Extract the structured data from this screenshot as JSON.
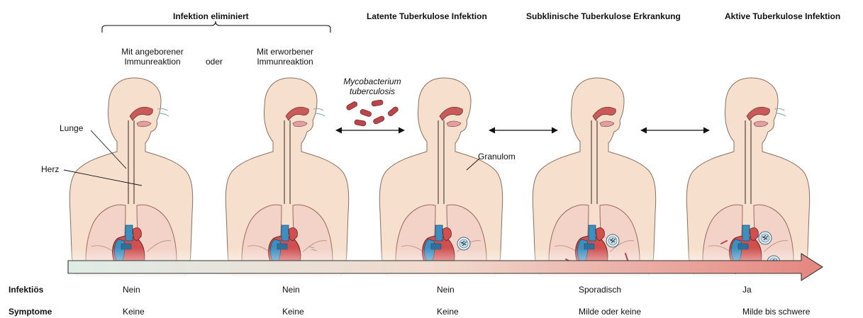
{
  "headers": {
    "eliminated": "Infektion eliminiert",
    "latent": "Latente Tuberkulose Infektion",
    "subclinical": "Subklinische Tuberkulose Erkrankung",
    "active": "Aktive Tuberkulose Infektion"
  },
  "subheaders": {
    "innate": [
      "Mit angeborener",
      "Immunreaktion"
    ],
    "or": "oder",
    "acquired": [
      "Mit erworbener",
      "Immunreaktion"
    ]
  },
  "bacteria_label": [
    "Mycobacterium",
    "tuberculosis"
  ],
  "annotations": {
    "lung": "Lunge",
    "heart": "Herz",
    "granuloma": "Granulom"
  },
  "rows": [
    {
      "label": "Infektiös",
      "values": [
        "Nein",
        "Nein",
        "Nein",
        "Sporadisch",
        "Ja"
      ]
    },
    {
      "label": "Symptome",
      "values": [
        "Keine",
        "Keine",
        "Keine",
        "Milde oder keine",
        "Milde bis schwere"
      ]
    }
  ],
  "colors": {
    "arrow_start": "#dfece6",
    "arrow_mid": "#f1d8cc",
    "arrow_end": "#e48680",
    "skin": "#f6dfcc",
    "lung": "#f3d2c7",
    "bacteria": "#b8474b",
    "heart_blue": "#3d8fc0",
    "heart_red": "#d05050"
  }
}
